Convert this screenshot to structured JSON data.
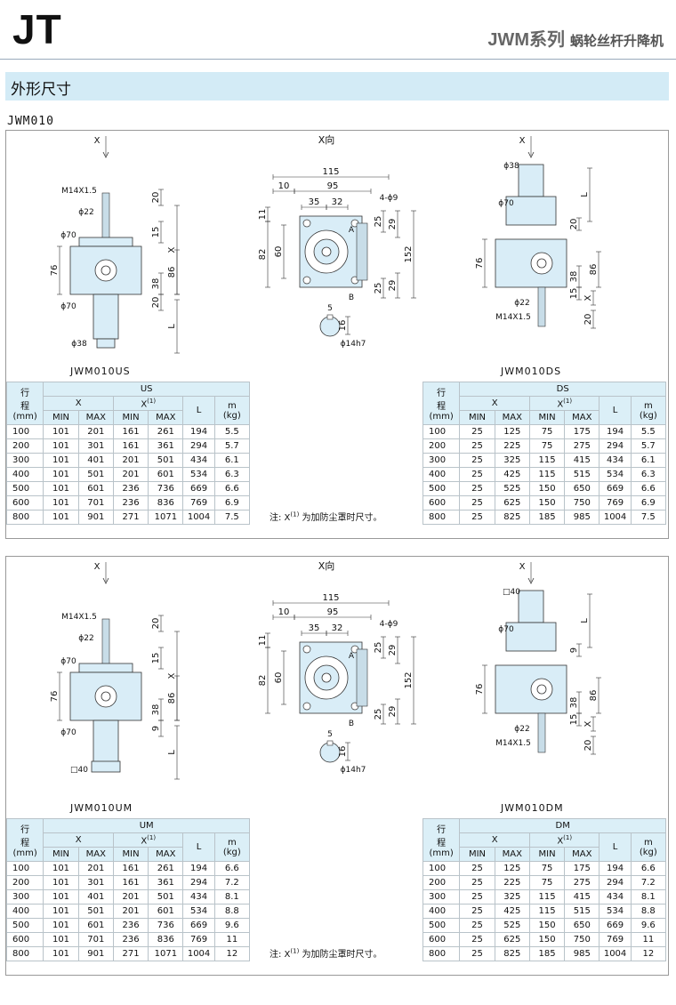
{
  "header": {
    "brand": "JT",
    "series": "JWM系列",
    "series_sub": "蜗轮丝杆升降机"
  },
  "section_title": "外形尺寸",
  "model": "JWM010",
  "dims": {
    "x": "X",
    "xdir": "X向",
    "d115": "115",
    "d10": "10",
    "d95": "95",
    "d35": "35",
    "d32": "32",
    "hole": "4-ϕ9",
    "a": "A",
    "b": "B",
    "d11": "11",
    "d82": "82",
    "d60": "60",
    "d25": "25",
    "d29": "29",
    "d152": "152",
    "d5": "5",
    "d16": "16",
    "shaft": "ϕ14h7",
    "m14": "M14X1.5",
    "d20": "20",
    "phi22": "ϕ22",
    "phi70": "ϕ70",
    "d15": "15",
    "d76": "76",
    "d38": "38",
    "d86": "86",
    "L": "L",
    "phi38": "ϕ38",
    "sq40": "□40",
    "d9": "9"
  },
  "panels": [
    {
      "left_model": "JWM010US",
      "right_model": "JWM010DS",
      "left_table": {
        "stroke_label_1": "行",
        "stroke_label_2": "程",
        "stroke_unit": "(mm)",
        "group": "US",
        "x": "X",
        "x1": "X",
        "x1sup": "(1)",
        "l": "L",
        "m": "m",
        "m_unit": "(kg)",
        "min": "MIN",
        "max": "MAX",
        "rows": [
          [
            "100",
            "101",
            "201",
            "161",
            "261",
            "194",
            "5.5"
          ],
          [
            "200",
            "101",
            "301",
            "161",
            "361",
            "294",
            "5.7"
          ],
          [
            "300",
            "101",
            "401",
            "201",
            "501",
            "434",
            "6.1"
          ],
          [
            "400",
            "101",
            "501",
            "201",
            "601",
            "534",
            "6.3"
          ],
          [
            "500",
            "101",
            "601",
            "236",
            "736",
            "669",
            "6.6"
          ],
          [
            "600",
            "101",
            "701",
            "236",
            "836",
            "769",
            "6.9"
          ],
          [
            "800",
            "101",
            "901",
            "271",
            "1071",
            "1004",
            "7.5"
          ]
        ]
      },
      "right_table": {
        "stroke_label_1": "行",
        "stroke_label_2": "程",
        "stroke_unit": "(mm)",
        "group": "DS",
        "x": "X",
        "x1": "X",
        "x1sup": "(1)",
        "l": "L",
        "m": "m",
        "m_unit": "(kg)",
        "min": "MIN",
        "max": "MAX",
        "rows": [
          [
            "100",
            "25",
            "125",
            "75",
            "175",
            "194",
            "5.5"
          ],
          [
            "200",
            "25",
            "225",
            "75",
            "275",
            "294",
            "5.7"
          ],
          [
            "300",
            "25",
            "325",
            "115",
            "415",
            "434",
            "6.1"
          ],
          [
            "400",
            "25",
            "425",
            "115",
            "515",
            "534",
            "6.3"
          ],
          [
            "500",
            "25",
            "525",
            "150",
            "650",
            "669",
            "6.6"
          ],
          [
            "600",
            "25",
            "625",
            "150",
            "750",
            "769",
            "6.9"
          ],
          [
            "800",
            "25",
            "825",
            "185",
            "985",
            "1004",
            "7.5"
          ]
        ]
      },
      "note": {
        "pre": "注: X",
        "sup": "(1)",
        "post": "为加防尘罩时尺寸。"
      }
    },
    {
      "left_model": "JWM010UM",
      "right_model": "JWM010DM",
      "left_table": {
        "stroke_label_1": "行",
        "stroke_label_2": "程",
        "stroke_unit": "(mm)",
        "group": "UM",
        "x": "X",
        "x1": "X",
        "x1sup": "(1)",
        "l": "L",
        "m": "m",
        "m_unit": "(kg)",
        "min": "MIN",
        "max": "MAX",
        "rows": [
          [
            "100",
            "101",
            "201",
            "161",
            "261",
            "194",
            "6.6"
          ],
          [
            "200",
            "101",
            "301",
            "161",
            "361",
            "294",
            "7.2"
          ],
          [
            "300",
            "101",
            "401",
            "201",
            "501",
            "434",
            "8.1"
          ],
          [
            "400",
            "101",
            "501",
            "201",
            "601",
            "534",
            "8.8"
          ],
          [
            "500",
            "101",
            "601",
            "236",
            "736",
            "669",
            "9.6"
          ],
          [
            "600",
            "101",
            "701",
            "236",
            "836",
            "769",
            "11"
          ],
          [
            "800",
            "101",
            "901",
            "271",
            "1071",
            "1004",
            "12"
          ]
        ]
      },
      "right_table": {
        "stroke_label_1": "行",
        "stroke_label_2": "程",
        "stroke_unit": "(mm)",
        "group": "DM",
        "x": "X",
        "x1": "X",
        "x1sup": "(1)",
        "l": "L",
        "m": "m",
        "m_unit": "(kg)",
        "min": "MIN",
        "max": "MAX",
        "rows": [
          [
            "100",
            "25",
            "125",
            "75",
            "175",
            "194",
            "6.6"
          ],
          [
            "200",
            "25",
            "225",
            "75",
            "275",
            "294",
            "7.2"
          ],
          [
            "300",
            "25",
            "325",
            "115",
            "415",
            "434",
            "8.1"
          ],
          [
            "400",
            "25",
            "425",
            "115",
            "515",
            "534",
            "8.8"
          ],
          [
            "500",
            "25",
            "525",
            "150",
            "650",
            "669",
            "9.6"
          ],
          [
            "600",
            "25",
            "625",
            "150",
            "750",
            "769",
            "11"
          ],
          [
            "800",
            "25",
            "825",
            "185",
            "985",
            "1004",
            "12"
          ]
        ]
      },
      "note": {
        "pre": "注: X",
        "sup": "(1)",
        "post": "为加防尘罩时尺寸。"
      }
    }
  ],
  "colors": {
    "part_fill": "#d9edf7",
    "table_header": "#dbeff7",
    "section_bar": "#d3ebf6"
  }
}
